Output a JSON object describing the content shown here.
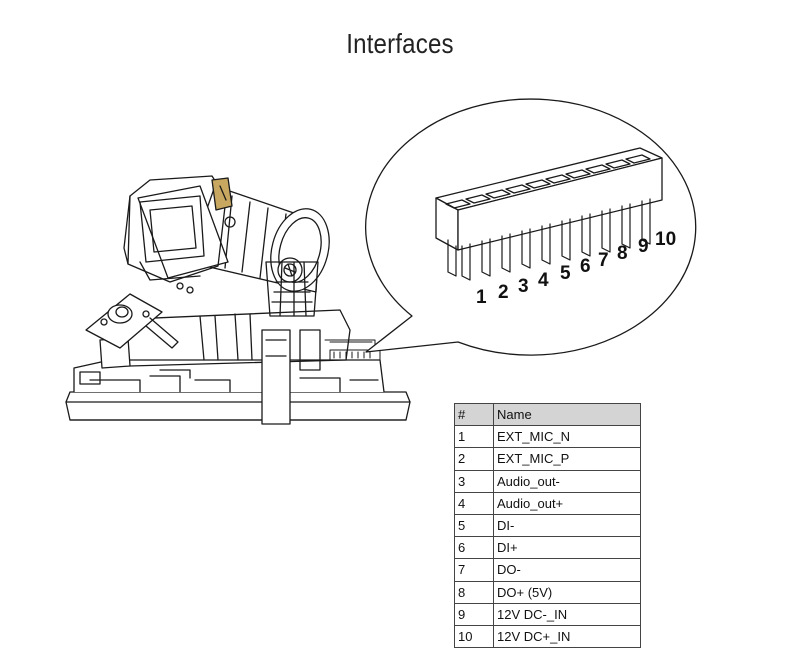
{
  "title": "Interfaces",
  "connector": {
    "pin_labels": [
      "1",
      "2",
      "3",
      "4",
      "5",
      "6",
      "7",
      "8",
      "9",
      "10"
    ]
  },
  "table": {
    "headers": [
      "#",
      "Name"
    ],
    "rows": [
      {
        "num": "1",
        "name": "EXT_MIC_N"
      },
      {
        "num": "2",
        "name": "EXT_MIC_P"
      },
      {
        "num": "3",
        "name": "Audio_out-"
      },
      {
        "num": "4",
        "name": "Audio_out+"
      },
      {
        "num": "5",
        "name": "DI-"
      },
      {
        "num": "6",
        "name": "DI+"
      },
      {
        "num": "7",
        "name": "DO-"
      },
      {
        "num": "8",
        "name": "DO+ (5V)"
      },
      {
        "num": "9",
        "name": "12V DC-_IN"
      },
      {
        "num": "10",
        "name": "12V DC+_IN"
      }
    ]
  },
  "colors": {
    "line": "#1a1a1a",
    "header_bg": "#d4d4d4",
    "body_bg": "#ffffff",
    "gold_accent": "#c8a860"
  }
}
